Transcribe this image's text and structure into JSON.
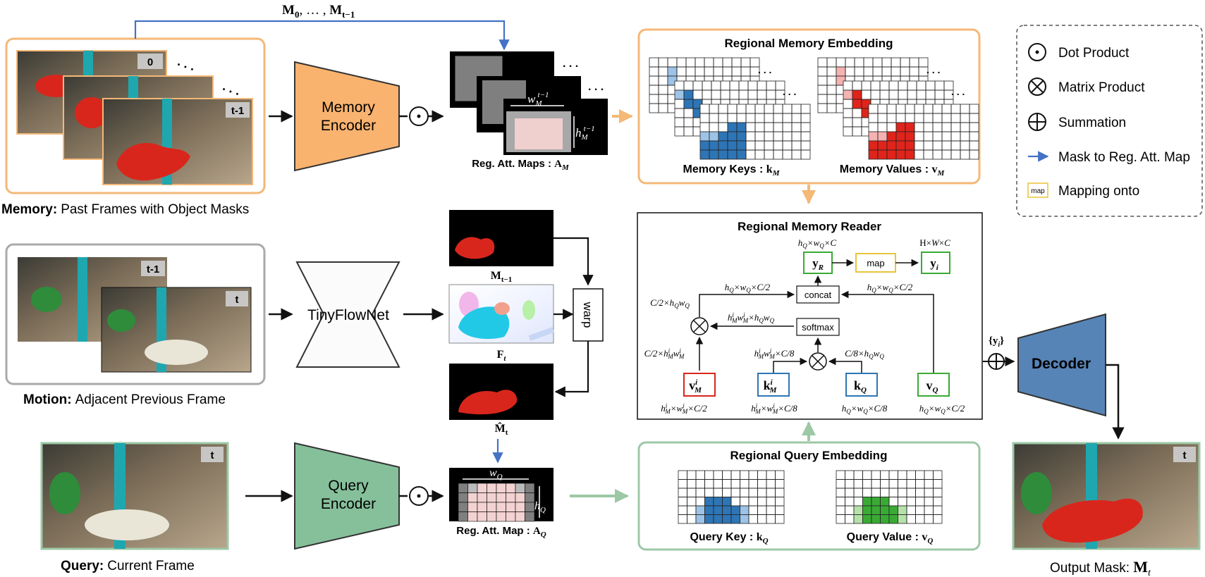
{
  "memory": {
    "caption_bold": "Memory:",
    "caption": "Past Frames with Object Masks",
    "frame_tags": [
      "0",
      "t-1"
    ],
    "mask_sequence": "M",
    "mask_seq_sub0": "0",
    "mask_seq_mid": ", … , ",
    "mask_seq_sub1": "t−1"
  },
  "motion": {
    "caption_bold": "Motion:",
    "caption": "Adjacent Previous Frame",
    "frame_tags": [
      "t-1",
      "t"
    ]
  },
  "query": {
    "caption_bold": "Query:",
    "caption": "Current Frame",
    "frame_tag": "t"
  },
  "encoders": {
    "memory": [
      "Memory",
      "Encoder"
    ],
    "flow": "TinyFlowNet",
    "query": [
      "Query",
      "Encoder"
    ],
    "decoder": "Decoder"
  },
  "attention": {
    "memory_label": "Reg. Att. Maps : ",
    "memory_sym": "A",
    "memory_sub": "M",
    "w_label": "w",
    "w_sub": "M",
    "w_sup": "t−1",
    "h_label": "h",
    "h_sub": "M",
    "h_sup": "t−1",
    "query_label": "Reg. Att. Map : ",
    "query_sym": "A",
    "query_sub": "Q",
    "wq": "w",
    "wq_sub": "Q",
    "hq": "h",
    "hq_sub": "Q"
  },
  "flow": {
    "mask_prev": "M",
    "mask_prev_sub": "t−1",
    "flow_label": "F",
    "flow_sub": "t",
    "mask_warped": "M̂",
    "mask_warped_sub": "t",
    "warp": "warp"
  },
  "memory_embedding": {
    "title": "Regional Memory Embedding",
    "keys_label": "Memory Keys : ",
    "keys_sym": "k",
    "keys_sub": "M",
    "values_label": "Memory Values : ",
    "values_sym": "v",
    "values_sub": "M"
  },
  "query_embedding": {
    "title": "Regional Query Embedding",
    "key_label": "Query Key : ",
    "key_sym": "k",
    "key_sub": "Q",
    "value_label": "Query Value : ",
    "value_sym": "v",
    "value_sub": "Q"
  },
  "reader": {
    "title": "Regional Memory Reader",
    "concat": "concat",
    "softmax": "softmax",
    "map": "map",
    "yR": "y",
    "yR_sub": "R",
    "yi": "y",
    "yi_sub": "i",
    "dim_yR": "h_Q×w_Q×C",
    "dim_yi": "H×W×C",
    "dim_concat_left": "h_Q×w_Q×C/2",
    "dim_concat_right": "h_Q×w_Q×C/2",
    "dim_left_mul": "C/2×h_Q w_Q",
    "dim_softmax_out": "h_M^i w_M^i×h_Q w_Q",
    "dim_vM_in": "C/2×h_M^i w_M^i",
    "dim_kM_in": "h_M^i w_M^i×C/8",
    "dim_kQ_in": "C/8×h_Q w_Q",
    "node_vM": "v",
    "node_vM_sup": "i",
    "node_vM_sub": "M",
    "node_kM": "k",
    "node_kM_sup": "i",
    "node_kM_sub": "M",
    "node_kQ": "k",
    "node_kQ_sub": "Q",
    "node_vQ": "v",
    "node_vQ_sub": "Q",
    "dim_vM": "h_M^i×w_M^i×C/2",
    "dim_kM": "h_M^i×w_M^i×C/8",
    "dim_kQ": "h_Q×w_Q×C/8",
    "dim_vQ": "h_Q×w_Q×C/2"
  },
  "decoder_input": "{y_i}",
  "output": {
    "caption": "Output Mask: ",
    "sym": "M",
    "sub": "t",
    "frame_tag": "t"
  },
  "legend": {
    "items": [
      "Dot Product",
      "Matrix Product",
      "Summation",
      "Mask to Reg. Att. Map",
      "Mapping onto"
    ],
    "map_icon": "map"
  },
  "colors": {
    "memory": "#f4b877",
    "memory_encoder": "#f9b36f",
    "query": "#9cc8a6",
    "query_encoder": "#86c09b",
    "decoder": "#5784b6",
    "arrow_blue": "#4472c4",
    "red": "#d9261c",
    "blue_node": "#2e75b6",
    "green_node": "#3aaa35",
    "yellow_map": "#e8c43a"
  }
}
